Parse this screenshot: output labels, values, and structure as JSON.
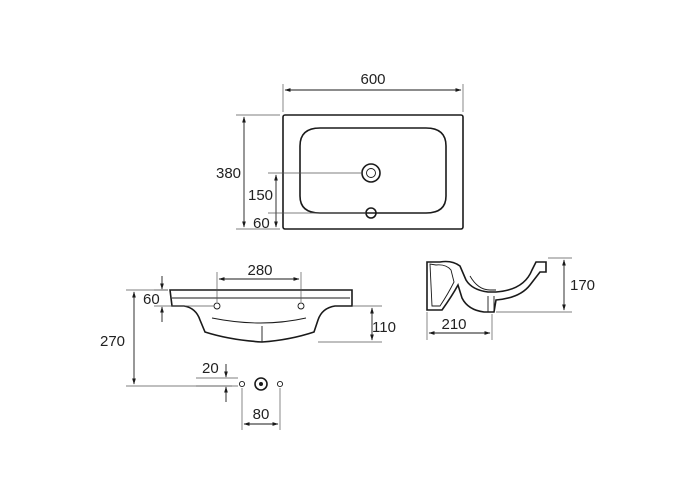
{
  "dimensions": {
    "top_width": "600",
    "top_depth": "380",
    "top_hole_offset": "150",
    "top_tap_offset": "60",
    "front_mount_spacing": "280",
    "front_mount_height": "60",
    "front_total_height": "270",
    "front_drain_height": "110",
    "bottom_offset": "20",
    "bottom_spacing": "80",
    "side_depth": "210",
    "side_height": "170"
  }
}
